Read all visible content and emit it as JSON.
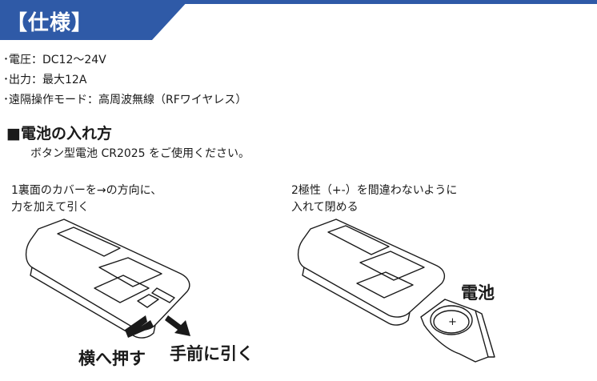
{
  "header": {
    "title": "【仕様】",
    "accent_color": "#2f5aa7"
  },
  "specs": [
    "･電圧：DC12〜24V",
    "･出力：最大12A",
    "･遠隔操作モード：高周波無線（RFワイヤレス）"
  ],
  "battery_section": {
    "title": "■電池の入れ方",
    "subtitle": "ボタン型電池 CR2025 をご使用ください。"
  },
  "steps": [
    {
      "lines": [
        "1裏面のカバーを→の方向に、",
        "力を加えて引く"
      ]
    },
    {
      "lines": [
        "2極性（+-）を間違わないように",
        "入れて閉める"
      ]
    }
  ],
  "figure_left": {
    "push_label": "横へ押す",
    "pull_label": "手前に引く"
  },
  "figure_right": {
    "battery_label": "電池",
    "polarity_mark": "+"
  }
}
